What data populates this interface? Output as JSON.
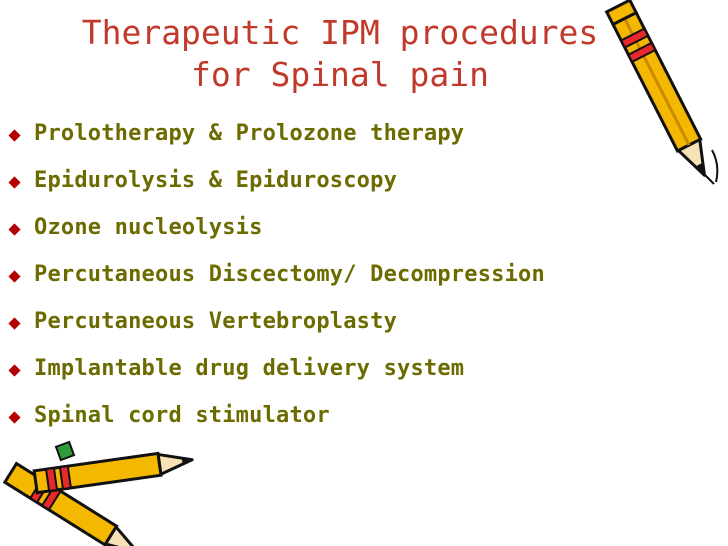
{
  "slide": {
    "title_line1": "Therapeutic IPM procedures",
    "title_line2": "for Spinal pain",
    "bullets": [
      "Prolotherapy & Prolozone therapy",
      "Epidurolysis & Epiduroscopy",
      "Ozone nucleolysis",
      "Percutaneous Discectomy/ Decompression",
      "Percutaneous Vertebroplasty",
      "Implantable drug delivery system",
      "Spinal cord stimulator"
    ]
  },
  "colors": {
    "title": "#c0392b",
    "bullet_text": "#6b6b00",
    "bullet_marker": "#b30000",
    "pencil_body": "#f5b800",
    "pencil_stripe": "#e8282b",
    "pencil_tip": "#f7e2b5"
  },
  "icons": {
    "top_right": "pencil-icon",
    "bottom_left": "crossed-pencils-icon"
  }
}
